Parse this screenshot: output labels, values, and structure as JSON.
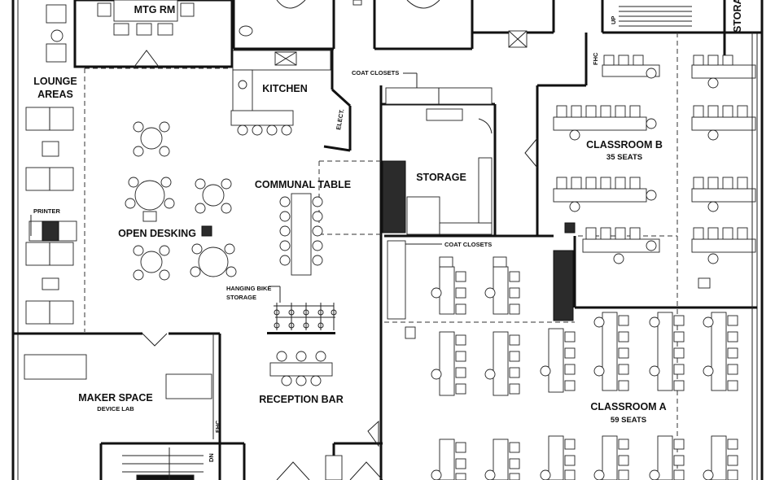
{
  "labels": {
    "mtg_rm": "MTG RM",
    "lounge_line1": "LOUNGE",
    "lounge_line2": "AREAS",
    "kitchen": "KITCHEN",
    "elect": "ELECT.",
    "coat_closets_top": "COAT CLOSETS",
    "coat_closets_mid": "COAT CLOSETS",
    "storage": "STORAGE",
    "storage_right": "STORA",
    "communal_table": "COMMUNAL TABLE",
    "open_desking": "OPEN DESKING",
    "printer": "PRINTER",
    "hanging_bike_line1": "HANGING BIKE",
    "hanging_bike_line2": "STORAGE",
    "reception_bar": "RECEPTION BAR",
    "maker_space": "MAKER SPACE",
    "device_lab": "DEVICE LAB",
    "classroom_b": "CLASSROOM B",
    "classroom_b_seats": "35 SEATS",
    "classroom_a": "CLASSROOM A",
    "classroom_a_seats": "59 SEATS",
    "up": "UP",
    "dn": "DN",
    "fhc_top": "FHC",
    "fhc_bottom": "FHC"
  }
}
